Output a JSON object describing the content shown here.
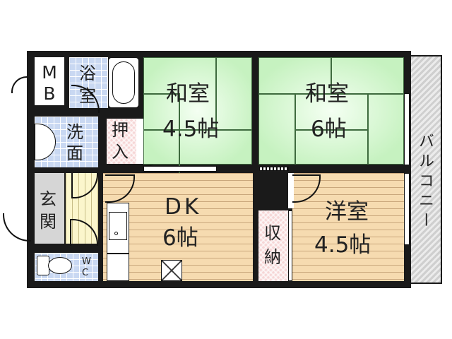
{
  "floorplan": {
    "rooms": {
      "mb": {
        "label_line1": "M",
        "label_line2": "B"
      },
      "bath": {
        "label_line1": "浴",
        "label_line2": "室"
      },
      "washroom": {
        "label_line1": "洗",
        "label_line2": "面"
      },
      "oshiire": {
        "label_line1": "押",
        "label_line2": "入"
      },
      "washitsu_small": {
        "name": "和室",
        "size": "4.5帖"
      },
      "washitsu_large": {
        "name": "和室",
        "size": "6帖"
      },
      "entrance": {
        "label_line1": "玄",
        "label_line2": "関"
      },
      "toilet": {
        "label_line1": "W",
        "label_line2": "C"
      },
      "dk": {
        "name": "DK",
        "size": "6帖"
      },
      "storage": {
        "label_line1": "収",
        "label_line2": "納"
      },
      "yoshitsu": {
        "name": "洋室",
        "size": "4.5帖"
      },
      "balcony": {
        "label": "バルコニー"
      }
    },
    "colors": {
      "wall": "#1a1a1a",
      "tatami": "#c6f2c0",
      "tile": "#c9d8f2",
      "wood_floor": "#f6dbb0",
      "storage": "#f6d6d6",
      "entrance": "#d6d6d6",
      "balcony": "#cfcfcf"
    }
  }
}
